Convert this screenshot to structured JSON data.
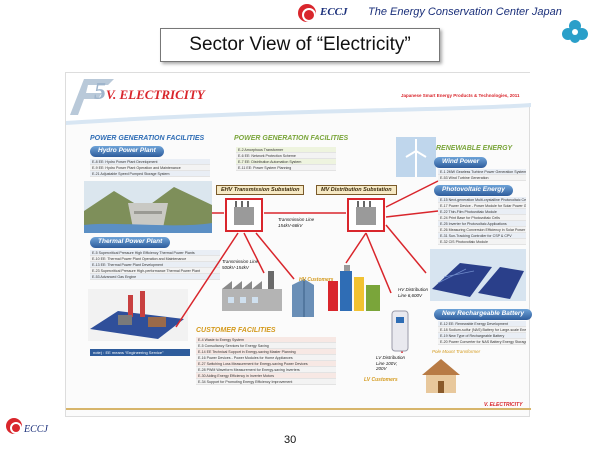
{
  "header": {
    "logo_text": "ECCJ",
    "org_name": "The Energy Conservation Center Japan"
  },
  "slide_title": "Sector View of “Electricity”",
  "poster": {
    "section_number": "5",
    "section_title": "V. ELECTRICITY",
    "tagline": "Japanese Smart Energy Products & Technologies, 2011",
    "power_gen_left_heading": "POWER GENERATION FACILITIES",
    "power_gen_mid_heading": "POWER GENERATION FACILITIES",
    "renewable_heading": "RENEWABLE ENERGY",
    "customer_heading": "CUSTOMER FACILITIES",
    "hydro_title": "Hydro Power Plant",
    "hydro_items": [
      "E-8  EE: Hydro Power Plant Development",
      "E-9  EE: Hydro Power Plant Operation and Maintenance",
      "E-21  Adjustable Speed Pumped Storage System"
    ],
    "thermal_title": "Thermal Power Plant",
    "thermal_items": [
      "E-5  Supercritical Pressure High Efficiency Thermal Power Plants",
      "E-10  EE: Thermal Power Plant Operation and Maintenance",
      "E-13  EE: Thermal Power Plant Development",
      "E-23  Supercritical Pressure High-performance Thermal Power Plant",
      "E-53  Advanced Gas Engine"
    ],
    "thermal_note": "note) : EE means “Engineering Service”",
    "grid_items": [
      "E-2  Amorphous Transformer",
      "E-6  EE: Network Protection Scheme",
      "E-7  EE: Distribution Automation System",
      "E-11  EE: Power System Planning"
    ],
    "ehv_title": "EHV Transmission Substation",
    "mv_title": "MV Distribution Substation",
    "wind_title": "Wind Power",
    "wind_items": [
      "E-1  2MW Gearless Turbine Power Generation System",
      "E-53  Wind Turbine Generation"
    ],
    "pv_title": "Photovoltaic Energy",
    "pv_items": [
      "E-15  Next-generation Multi-crystalline Photovoltaic Cell",
      "E-17  Power Device - Power Module for Solar Power Generation Systems",
      "E-22  Thin-Film Photovoltaic Module",
      "E-24  Print Base for Photovoltaic Cells",
      "E-25  Inverter for Photovoltaic Applications",
      "E-26  Measuring Conversion Efficiency in Solar Power Systems",
      "E-31  Sun-Tracking Controller for CSP & CPV",
      "E-32  CIS Photovoltaic Module"
    ],
    "battery_title": "New Rechargeable Battery",
    "battery_items": [
      "E-12  EE: Renewable Energy Development",
      "E-18  Sodium-sulfur (NAS) Battery for Large-scale Energy Storage",
      "E-19  New Type of Rechargeable Battery",
      "E-20  Power Converter for NAS Battery Energy Storage System"
    ],
    "customer_items": [
      "E-4  Waste to Energy System",
      "E-5  Consultancy Services for Energy Saving",
      "E-14  EE Technical Support in Energy-saving Master Planning",
      "E-16  Power Devices - Power Modules for Home Appliances",
      "E-27  Switching Loss Measurement for Energy-saving Power Devices",
      "E-28  PWM Waveform Measurement for Energy-saving Inverters",
      "E-30  Aiding Energy Efficiency in Inverter Motors",
      "E-34  Support for Promoting Energy Efficiency Improvement"
    ],
    "line_ehv_mv": "Transmission Line 154kV-66kV",
    "line_thermal": "Transmission Line 500kV-154kV",
    "line_hv_dist": "HV Distribution Line 6,600V",
    "line_lv_dist": "LV Distribution Line 100V, 200V",
    "hv_customers": "HV Customers",
    "lv_customers": "LV Customers",
    "pole_transformer": "Pole Mount Transformer",
    "footer_label": "V. ELECTRICITY"
  },
  "footer": {
    "logo_text": "ECCJ",
    "page_number": "30"
  }
}
